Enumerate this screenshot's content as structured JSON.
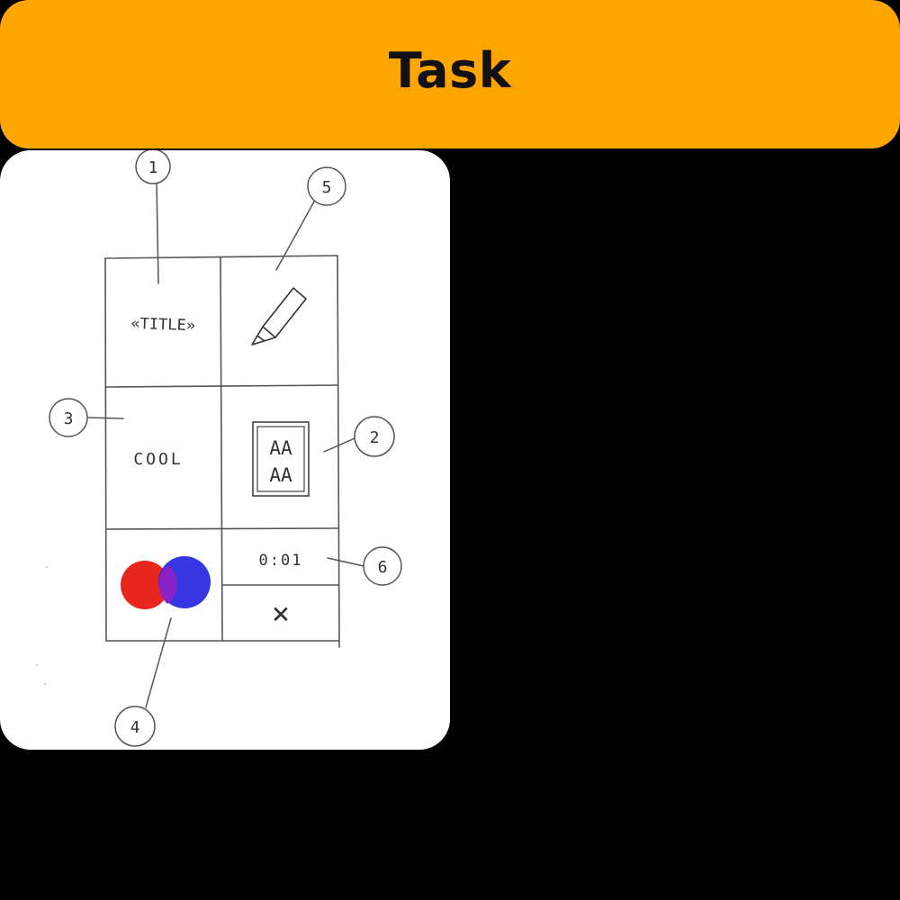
{
  "header": {
    "title": "Task"
  },
  "sketch": {
    "cells": {
      "title_text": "«TITLE»",
      "cool_text": "COOL",
      "font_icon_lines": [
        "AA",
        "AA"
      ],
      "timer_text": "0:01",
      "close_symbol": "×"
    },
    "callouts": [
      {
        "number": "1",
        "target": "title-cell"
      },
      {
        "number": "2",
        "target": "font-size-cell"
      },
      {
        "number": "3",
        "target": "cool-cell"
      },
      {
        "number": "4",
        "target": "color-cell"
      },
      {
        "number": "5",
        "target": "pencil-cell"
      },
      {
        "number": "6",
        "target": "timer-cell"
      }
    ]
  },
  "colors": {
    "banner": "#FFA500",
    "background": "#000000",
    "card": "#FFFFFF",
    "circle_red": "#E8261E",
    "circle_blue": "#2B2BE0",
    "circle_overlap": "#8A22C8",
    "pencil": "#333333"
  }
}
